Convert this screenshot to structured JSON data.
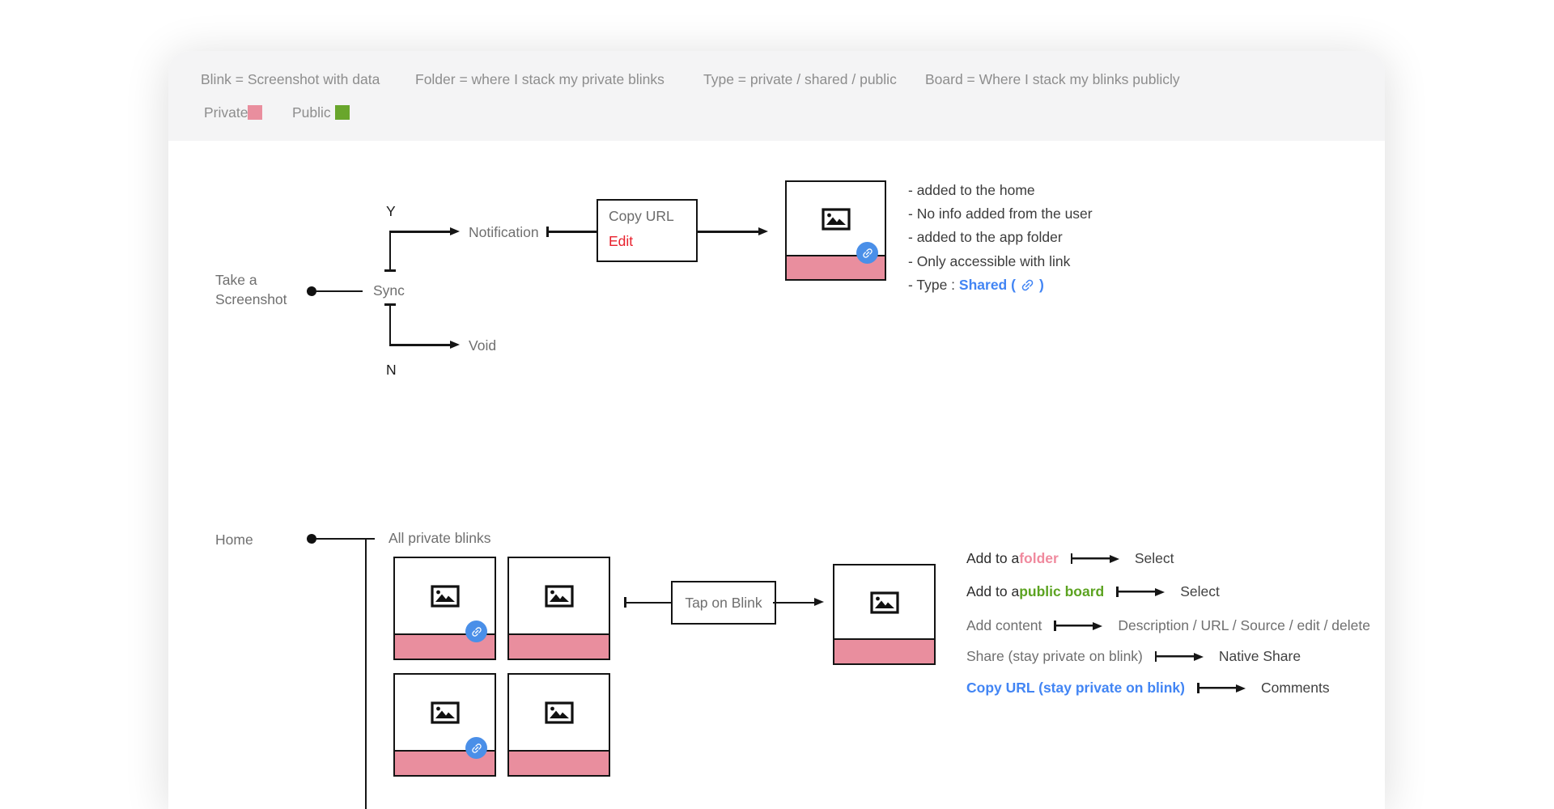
{
  "legend": {
    "definitions": [
      {
        "label": "Blink = Screenshot with data"
      },
      {
        "label": "Folder = where I stack my private blinks"
      },
      {
        "label": "Type = private / shared / public"
      },
      {
        "label": "Board = Where I stack my blinks publicly"
      }
    ],
    "private_label": "Private",
    "public_label": "Public"
  },
  "colors": {
    "private_pink": "#e98e9e",
    "public_green": "#69a62c",
    "link_blue": "#4285f4",
    "edit_red": "#e8202c",
    "band_gray": "#f4f4f5",
    "line_black": "#161616"
  },
  "icons": {
    "link_badge": "link-icon (chain glyph on blue circle)",
    "card_placeholder": "image-icon (picture placeholder)"
  },
  "sync_flow": {
    "start_line1": "Take a",
    "start_line2": "Screenshot",
    "decision": "Sync",
    "yes": "Y",
    "no": "N",
    "yes_target": "Notification",
    "no_target": "Void",
    "action_primary": "Copy URL",
    "action_secondary": "Edit",
    "notes": [
      "- added to the home",
      "- No info added from the user",
      "- added to the app folder",
      "- Only accessible with link"
    ],
    "type_prefix": "- Type :",
    "type_value": "Shared (",
    "type_suffix": ")"
  },
  "home_flow": {
    "start": "Home",
    "group": "All private blinks",
    "tap_action": "Tap on Blink",
    "actions": [
      {
        "prefix": "Add to a ",
        "highlight": "folder",
        "target": "Select"
      },
      {
        "prefix": "Add to a ",
        "highlight": "public board",
        "target": "Select"
      },
      {
        "prefix": "Add content",
        "target": "Description / URL / Source / edit / delete"
      },
      {
        "prefix": "Share (stay private on blink)",
        "target": "Native Share"
      },
      {
        "prefix": "Copy URL (stay private on blink)",
        "target": "Comments"
      }
    ]
  }
}
